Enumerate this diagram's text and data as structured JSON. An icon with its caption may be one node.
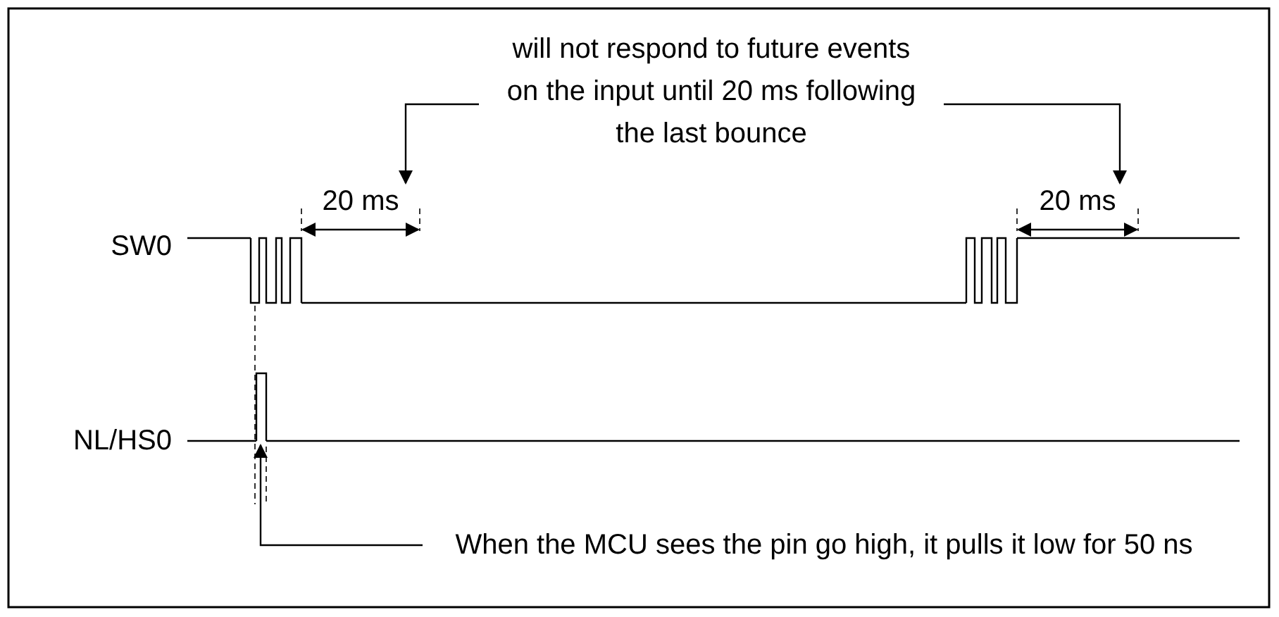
{
  "diagram": {
    "nodes": [
      {
        "text": [
          "will not respond to future events on the input until 20 ms following the last bounce"
        ]
      },
      {
        "text": [
          "20 ms"
        ]
      },
      {
        "text": [
          "20 ms"
        ]
      },
      {
        "text": [
          "When the MCU sees the pin go high, it pulls it low for 50 ns"
        ]
      },
      {
        "text": [],
        "shape": "pulse"
      }
    ],
    "edges": [
      {
        "from": 0,
        "to": 1,
        "arrow": "to"
      },
      {
        "from": 0,
        "to": 2,
        "arrow": "to"
      },
      {
        "from": 3,
        "to": 4,
        "arrow": "to"
      }
    ],
    "labels": [
      "SW0",
      "NL/HS0"
    ]
  }
}
